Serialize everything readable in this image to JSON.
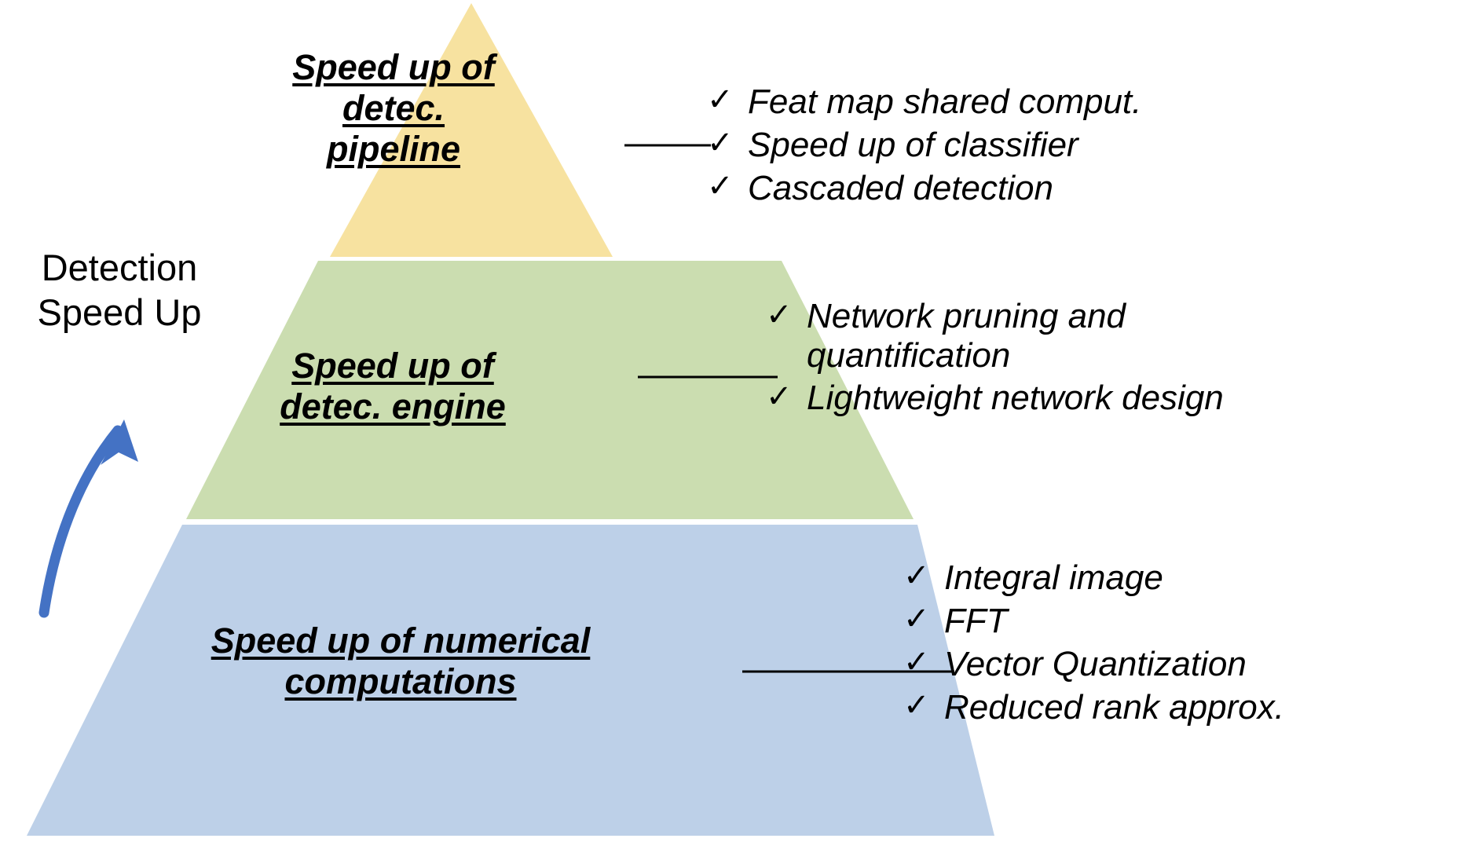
{
  "figure": {
    "type": "pyramid-diagram",
    "axis_label": "Detection\nSpeed Up",
    "arrow_color": "#4472C4",
    "background": "#FFFFFF"
  },
  "tiers": [
    {
      "id": "pipeline",
      "color": "#F7E2A0",
      "caption_lines": [
        "Speed up of",
        "detec.",
        "pipeline"
      ],
      "bullets": [
        "Feat map shared comput.",
        "Speed up of classifier",
        "Cascaded detection"
      ]
    },
    {
      "id": "engine",
      "color": "#CBDDB0",
      "caption_lines": [
        "Speed up of",
        "detec. engine"
      ],
      "bullets": [
        "Network pruning and\nquantification",
        "Lightweight network design"
      ]
    },
    {
      "id": "numerical",
      "color": "#BDD0E8",
      "caption_lines": [
        "Speed up of numerical",
        "computations"
      ],
      "bullets": [
        "Integral image",
        "FFT",
        "Vector Quantization",
        "Reduced rank approx."
      ]
    }
  ],
  "icons": {
    "check": "✓"
  }
}
